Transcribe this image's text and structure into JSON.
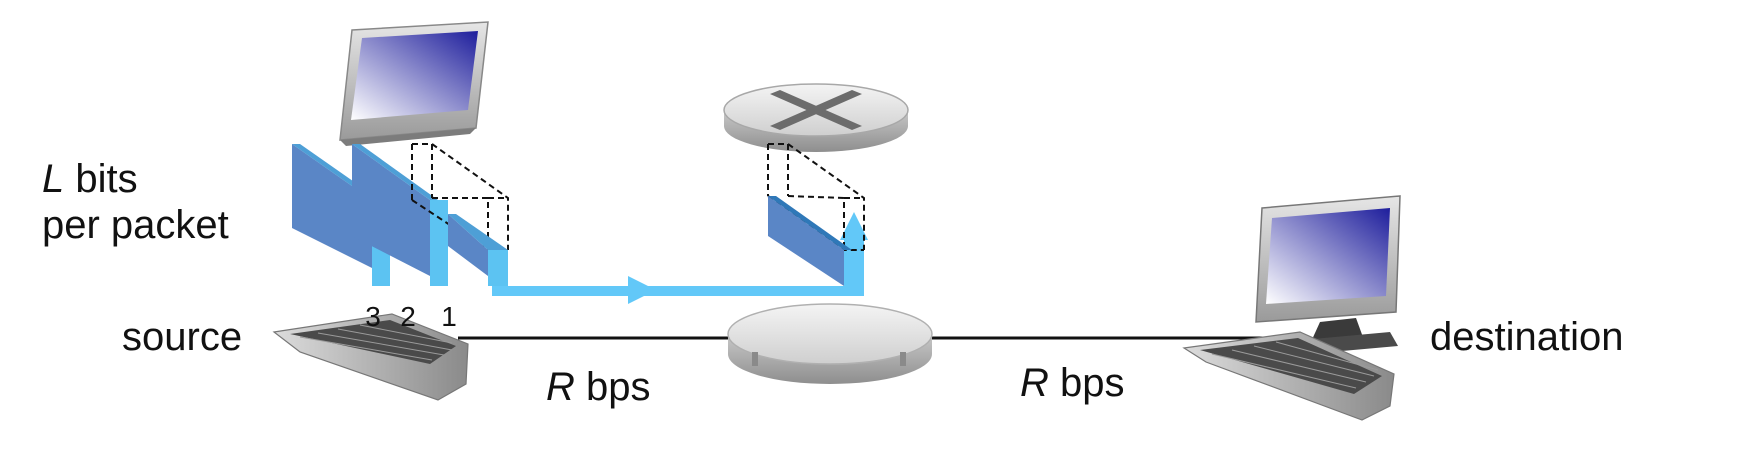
{
  "labels": {
    "packet_size_var": "L",
    "packet_size_rest": " bits",
    "packet_size_line2": "per packet",
    "source": "source",
    "destination": "destination",
    "link1_rate_var": "R",
    "link1_rate_unit": " bps",
    "link2_rate_var": "R",
    "link2_rate_unit": " bps"
  },
  "packets": [
    {
      "number": "3"
    },
    {
      "number": "2"
    },
    {
      "number": "1"
    }
  ],
  "colors": {
    "packet_face": "#5a86c6",
    "packet_edge": "#5cc3f2",
    "flow_arrow": "#62c8f8",
    "link_line": "#111111",
    "screen_gradient_start": "#1e1e9c",
    "screen_gradient_end": "#ffffff"
  }
}
